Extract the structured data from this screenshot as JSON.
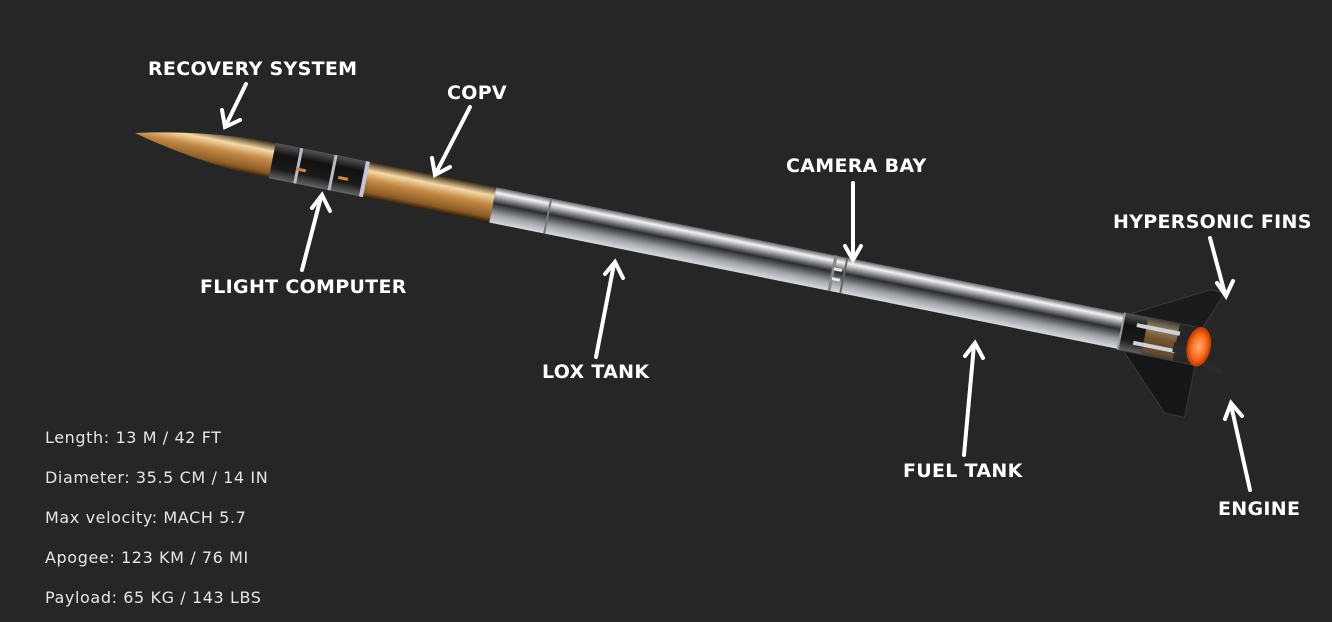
{
  "labels": {
    "recovery_system": "RECOVERY SYSTEM",
    "copv": "COPV",
    "flight_computer": "FLIGHT COMPUTER",
    "camera_bay": "CAMERA BAY",
    "lox_tank": "LOX TANK",
    "fuel_tank": "FUEL TANK",
    "hypersonic_fins": "HYPERSONIC FINS",
    "engine": "ENGINE"
  },
  "specs": {
    "length": "Length: 13 M / 42 FT",
    "diameter": "Diameter: 35.5 CM / 14 IN",
    "max_velocity": "Max velocity: MACH 5.7",
    "apogee": "Apogee: 123 KM / 76 MI",
    "payload": "Payload: 65 KG / 143 LBS"
  },
  "colors": {
    "background": "#262626",
    "label_text": "#ffffff",
    "gold": "#d9a35e",
    "silver": "#c9cdd1",
    "engine_glow": "#ff6a1a"
  }
}
